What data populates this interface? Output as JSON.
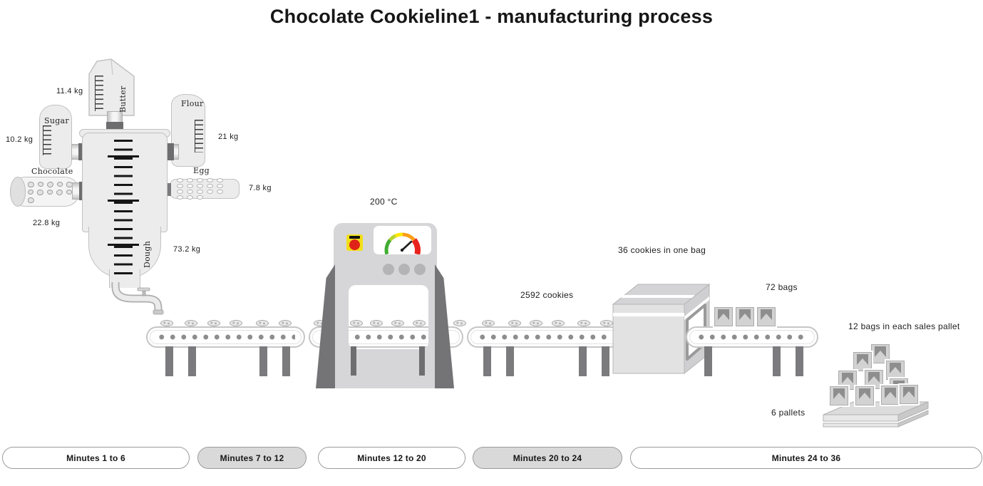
{
  "title": "Chocolate Cookieline1 - manufacturing process",
  "ingredients": {
    "butter": {
      "name": "Butter",
      "amount": "11.4 kg"
    },
    "sugar": {
      "name": "Sugar",
      "amount": "10.2 kg"
    },
    "flour": {
      "name": "Flour",
      "amount": "21 kg"
    },
    "chocolate": {
      "name": "Chocolate",
      "amount": "22.8 kg"
    },
    "egg": {
      "name": "Egg",
      "amount": "7.8 kg"
    },
    "dough": {
      "name": "Dough",
      "amount": "73.2 kg"
    }
  },
  "oven": {
    "temperature": "200 °C"
  },
  "output": {
    "cookies_on_belt": "2592 cookies",
    "bag_fill_info": "36 cookies in one bag",
    "bag_count": "72 bags",
    "pallet_fill_info": "12 bags in each sales pallet",
    "pallet_count": "6 pallets"
  },
  "timeline": {
    "buttons": [
      {
        "label": "Minutes 1 to 6",
        "active": false
      },
      {
        "label": "Minutes 7 to 12",
        "active": true
      },
      {
        "label": "Minutes 12 to 20",
        "active": false
      },
      {
        "label": "Minutes 20 to 24",
        "active": true
      },
      {
        "label": "Minutes 24 to 36",
        "active": false
      }
    ]
  },
  "colors": {
    "background": "#ffffff",
    "machine_gray": "#d6d6d8",
    "dark_gray": "#747477",
    "button_active_bg": "#d9d9d9",
    "estop_yellow": "#f2df19",
    "estop_red": "#e02318",
    "gauge_green": "#41ad33",
    "gauge_yellow": "#ffe800",
    "gauge_orange": "#ff9e18",
    "gauge_red": "#e8231e"
  }
}
